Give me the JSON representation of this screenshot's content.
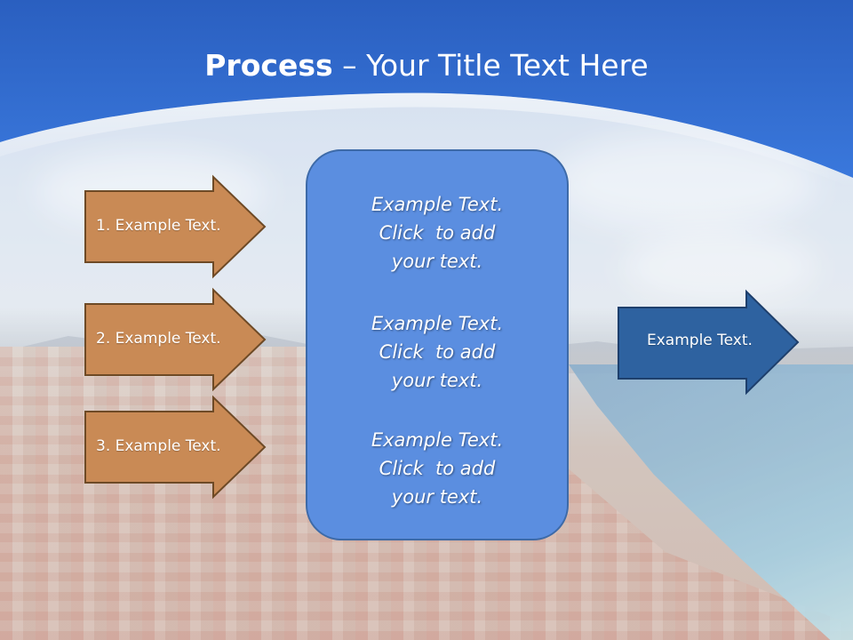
{
  "slide": {
    "title_bold": "Process",
    "title_rest": " – Your Title Text Here",
    "colors": {
      "header_blue": "#2f6bd0",
      "left_arrow_fill": "#c98a55",
      "left_arrow_border": "#6e4a26",
      "center_panel_fill": "#5b8ee0",
      "right_arrow_fill": "#2e62a0"
    },
    "left_arrows": [
      {
        "label": "1. Example Text."
      },
      {
        "label": "2. Example Text."
      },
      {
        "label": "3. Example Text."
      }
    ],
    "center_blocks": [
      {
        "line1": "Example Text.",
        "line2": "Click  to add",
        "line3": "your text."
      },
      {
        "line1": "Example Text.",
        "line2": "Click  to add",
        "line3": "your text."
      },
      {
        "line1": "Example Text.",
        "line2": "Click  to add",
        "line3": "your text."
      }
    ],
    "right_arrow": {
      "label": "Example Text."
    }
  }
}
